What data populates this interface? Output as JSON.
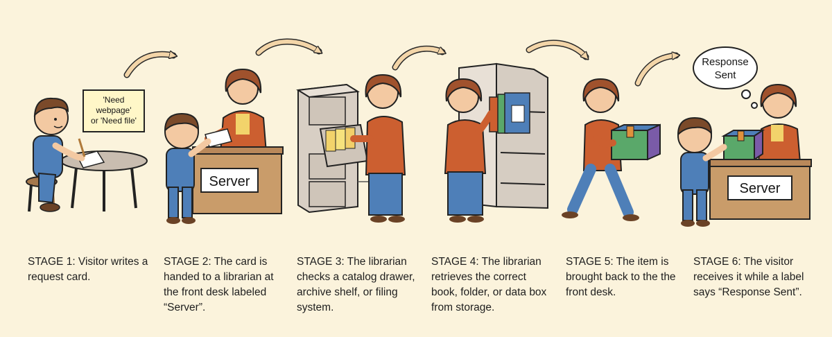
{
  "stages": [
    {
      "caption": "STAGE 1: Visitor writes a request card.",
      "card_line1": "'Need",
      "card_line2": "webpage'",
      "card_line3": "or 'Need file'"
    },
    {
      "caption": "STAGE 2: The card is handed to a librarian at the front desk labeled “Server”.",
      "desk_label": "Server"
    },
    {
      "caption": "STAGE 3: The librarian checks a catalog drawer, archive shelf, or filing system."
    },
    {
      "caption": "STAGE 4: The librarian retrieves the correct book, folder, or data box from storage."
    },
    {
      "caption": "STAGE 5: The item is brought back to the the front desk."
    },
    {
      "caption": "STAGE 6: The visitor receives it while a label says “Response Sent”.",
      "desk_label": "Server",
      "bubble_line1": "Response",
      "bubble_line2": "Sent"
    }
  ],
  "colors": {
    "background": "#fbf3dc",
    "arrow": "#f3d5a8",
    "librarian_top": "#cc5f30",
    "child_overalls": "#4e7fb8",
    "desk": "#c99c6a"
  }
}
